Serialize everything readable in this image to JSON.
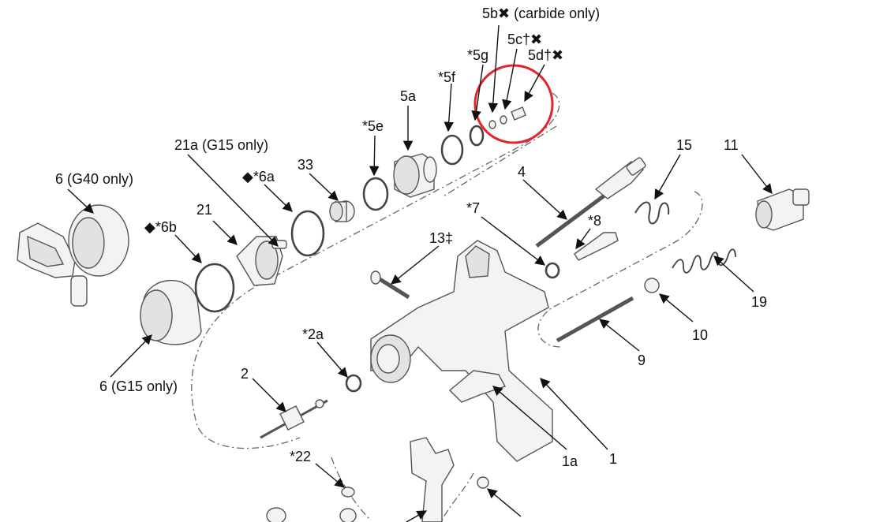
{
  "diagram": {
    "highlight_color": "#e3242b",
    "labels": [
      {
        "id": "5b",
        "text": "5b✖ (carbide only)"
      },
      {
        "id": "5c",
        "text": "5c†✖"
      },
      {
        "id": "5d",
        "text": "5d†✖"
      },
      {
        "id": "5g",
        "text": "*5g"
      },
      {
        "id": "5f",
        "text": "*5f"
      },
      {
        "id": "5a",
        "text": "5a"
      },
      {
        "id": "5e",
        "text": "*5e"
      },
      {
        "id": "21a",
        "text": "21a (G15 only)"
      },
      {
        "id": "33",
        "text": "33"
      },
      {
        "id": "6a",
        "text": "◆*6a"
      },
      {
        "id": "6g40",
        "text": "6 (G40 only)"
      },
      {
        "id": "21",
        "text": "21"
      },
      {
        "id": "6b",
        "text": "◆*6b"
      },
      {
        "id": "6g15",
        "text": "6 (G15 only)"
      },
      {
        "id": "4",
        "text": "4"
      },
      {
        "id": "7",
        "text": "*7"
      },
      {
        "id": "8",
        "text": "*8"
      },
      {
        "id": "15",
        "text": "15"
      },
      {
        "id": "11",
        "text": "11"
      },
      {
        "id": "13",
        "text": "13‡"
      },
      {
        "id": "19",
        "text": "19"
      },
      {
        "id": "10",
        "text": "10"
      },
      {
        "id": "9",
        "text": "9"
      },
      {
        "id": "2a",
        "text": "*2a"
      },
      {
        "id": "2",
        "text": "2"
      },
      {
        "id": "1a",
        "text": "1a"
      },
      {
        "id": "1",
        "text": "1"
      },
      {
        "id": "22",
        "text": "*22"
      }
    ]
  }
}
